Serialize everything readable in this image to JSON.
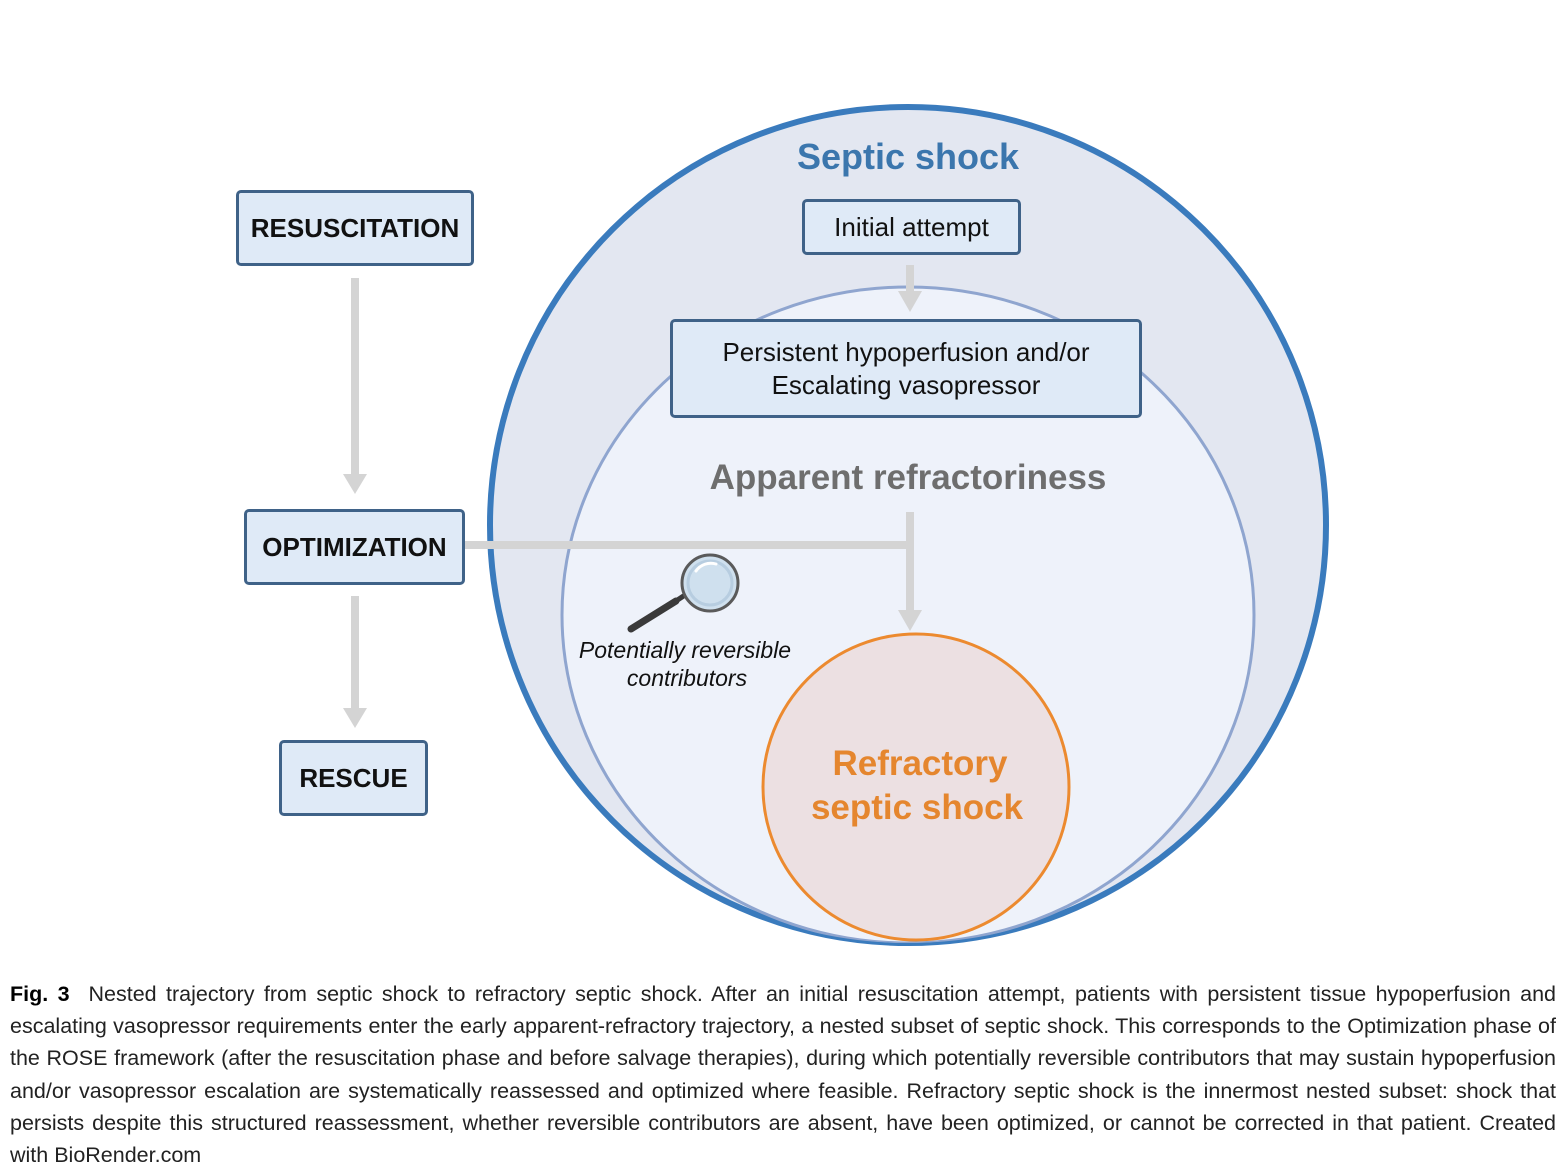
{
  "figure": {
    "phases": {
      "resuscitation": "RESUSCITATION",
      "optimization": "OPTIMIZATION",
      "rescue": "RESCUE"
    },
    "outer_label": "Septic shock",
    "initial_box": "Initial attempt",
    "persistent_box": {
      "line1": "Persistent hypoperfusion and/or",
      "line2": "Escalating vasopressor"
    },
    "middle_label": "Apparent refractoriness",
    "magnifier_label": {
      "line1": "Potentially reversible",
      "line2": "contributors"
    },
    "inner_label": {
      "line1": "Refractory",
      "line2": "septic shock"
    },
    "colors": {
      "outer_ring": "#3a7bbd",
      "outer_fill": "#e3e7f1",
      "middle_ring": "#8fa5cf",
      "middle_fill": "#eef2fa",
      "inner_ring": "#ec8a2f",
      "inner_fill": "#ece0e2",
      "septic_title": "#3b76ad",
      "apparent_title": "#6e6e6e",
      "refractory_title": "#e5862e",
      "box_fill": "#dfeaf7",
      "box_border": "#3f6288",
      "connector": "#d4d4d4"
    }
  },
  "caption": {
    "label": "Fig. 3",
    "text": "Nested trajectory from septic shock to refractory septic shock. After an initial resuscitation attempt, patients with persistent tissue hypoperfusion and escalating vasopressor requirements enter the early apparent-refractory trajectory, a nested subset of septic shock. This corresponds to the Optimization phase of the ROSE framework (after the resuscitation phase and before salvage therapies), during which potentially reversible contributors that may sustain hypoperfusion and/or vasopressor escalation are systematically reassessed and optimized where feasible. Refractory septic shock is the innermost nested subset: shock that persists despite this structured reassessment, whether reversible contributors are absent, have been optimized, or cannot be corrected in that patient. Created with BioRender.com"
  }
}
